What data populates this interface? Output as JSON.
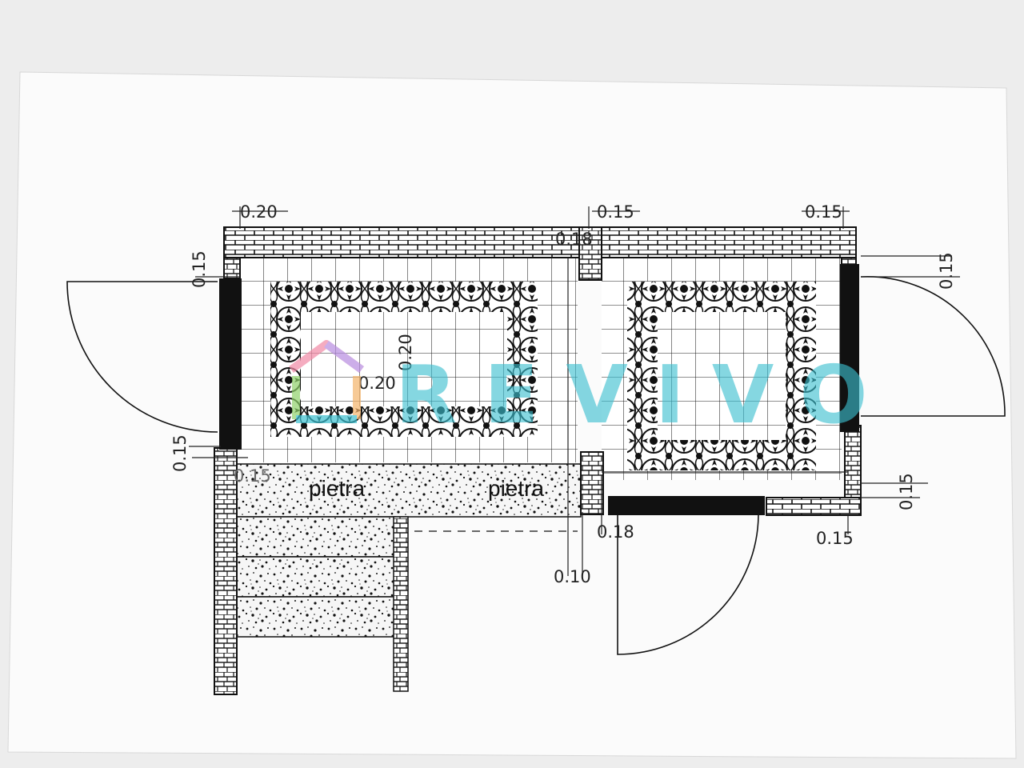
{
  "plan": {
    "dimensions": {
      "top_left": "0.20",
      "top_mid": "0.15",
      "top_right": "0.15",
      "partition_top": "0.18",
      "left_upper": "0.15",
      "left_lower": "0.15",
      "right_upper": "0.15",
      "right_lower": "0.15",
      "center_h": "0.20",
      "center_v": "0.20",
      "lower_left": "0.15",
      "bottom_mid": "0.18",
      "bottom_right": "0.15",
      "bottom_low": "0.10"
    },
    "labels": {
      "stone_left": "pietra",
      "stone_right": "pietra"
    }
  },
  "watermark": {
    "text": "REVIVO",
    "colors": {
      "teal": "#3bbfd0",
      "pink": "#f28aa6",
      "orange": "#f5b46a",
      "green": "#8fd16a",
      "purple": "#b78de0"
    }
  }
}
